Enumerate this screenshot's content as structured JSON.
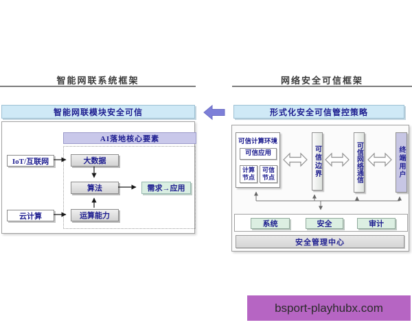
{
  "left_panel": {
    "title": "智能网联系统框架",
    "header": "智能网联模块安全可信",
    "ai_header": "AI落地核心要素",
    "boxes": {
      "iot": "IoT/互联网",
      "bigdata": "大数据",
      "algorithm": "算法",
      "demand_app": "需求→应用",
      "cloud": "云计算",
      "computing": "运算能力"
    }
  },
  "right_panel": {
    "title": "网络安全可信框架",
    "header": "形式化安全可信管控策略",
    "trusted_env": {
      "label": "可信计算环境",
      "app": "可信应用",
      "compute_node": "计算节点",
      "trusted_node": "可信节点"
    },
    "bars": {
      "boundary": "可信边界",
      "network": "可信网络通信",
      "terminal": "终端用户"
    },
    "bottom_boxes": [
      "系统",
      "安全",
      "审计"
    ],
    "mgmt_center": "安全管理中心"
  },
  "watermark": {
    "text": "bsport-playhubx.com"
  },
  "colors": {
    "header_blue": "#cfe9f6",
    "ai_purple": "#c9c8ea",
    "mint_green": "#d9eee2",
    "box_green": "#dcefe2",
    "lavender": "#c7c6e4",
    "gray_box": "#d9d9d9",
    "text_navy": "#1c1c8f",
    "link_arrow_purple": "#7d7fd8",
    "banner_purple": "#b665c3"
  }
}
